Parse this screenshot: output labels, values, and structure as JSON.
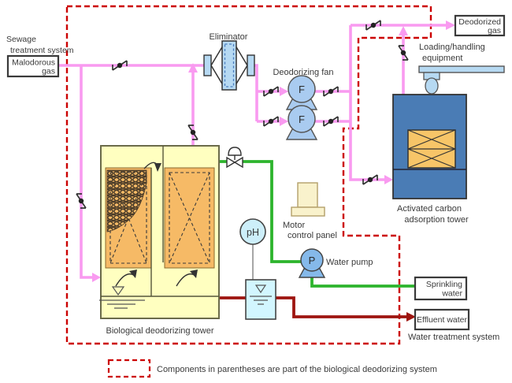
{
  "colors": {
    "gas_line": "#f99af0",
    "water_line": "#2db42d",
    "effluent_line": "#9e1510",
    "boundary": "#cc0000"
  },
  "labels": {
    "sewage_line1": "Sewage",
    "sewage_line2": "treatment system",
    "malodorous_line1": "Malodorous",
    "malodorous_line2": "gas",
    "eliminator": "Eliminator",
    "deodorizing_fan": "Deodorizing fan",
    "fan1_letter": "F",
    "fan2_letter": "F",
    "deodorized_line1": "Deodorized",
    "deodorized_line2": "gas",
    "loading_line1": "Loading/handling",
    "loading_line2": "equipment",
    "carbon_line1": "Activated carbon",
    "carbon_line2": "adsorption tower",
    "motor_line1": "Motor",
    "motor_line2": "control panel",
    "ph_label": "pH",
    "pump_letter": "P",
    "water_pump": "Water pump",
    "sprinkling_line1": "Sprinkling",
    "sprinkling_line2": "water",
    "effluent": "Effluent water",
    "water_treatment": "Water treatment system",
    "bio_tower": "Biological deodorizing tower",
    "legend": "Components in parentheses are part of the biological deodorizing system"
  }
}
